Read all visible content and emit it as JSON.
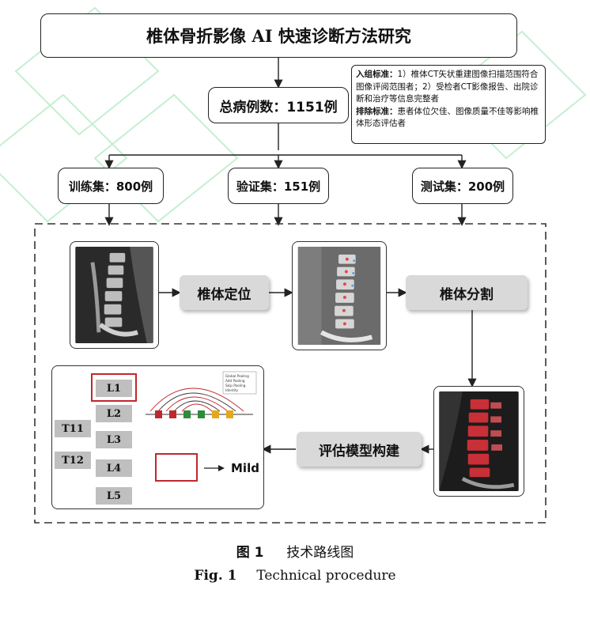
{
  "title": "椎体骨折影像 AI 快速诊断方法研究",
  "total": "总病例数：1151例",
  "criteria": {
    "inclusion_label": "入组标准：",
    "inclusion_text": "1）椎体CT矢状重建图像扫描范围符合图像评阅范围者；2）受检者CT影像报告、出院诊断和治疗等信息完整者",
    "exclusion_label": "排除标准：",
    "exclusion_text": "患者体位欠佳、图像质量不佳等影响椎体形态评估者"
  },
  "splits": [
    "训练集：800例",
    "验证集：151例",
    "测试集：200例"
  ],
  "steps": {
    "localization": "椎体定位",
    "segmentation": "椎体分割",
    "model": "评估模型构建"
  },
  "result": {
    "vertebrae": [
      "L1",
      "L2",
      "L3",
      "L4",
      "L5"
    ],
    "thoracic": [
      "T11",
      "T12"
    ],
    "output_label": "Mild",
    "legend": [
      "Global Pooling",
      "Add Pooling",
      "Skip Pooling",
      "Identity"
    ]
  },
  "caption": {
    "cn_num": "图 1",
    "cn_text": "技术路线图",
    "en_num": "Fig. 1",
    "en_text": "Technical procedure"
  },
  "colors": {
    "accent_red": "#c0282d",
    "watermark_green": "#a8e6b8"
  }
}
